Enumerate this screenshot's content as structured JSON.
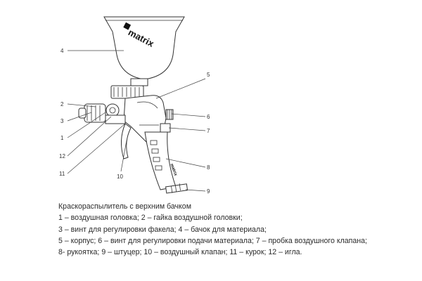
{
  "brand": "matrix",
  "callouts": {
    "n1": "1",
    "n2": "2",
    "n3": "3",
    "n4": "4",
    "n5": "5",
    "n6": "6",
    "n7": "7",
    "n8": "8",
    "n9": "9",
    "n10": "10",
    "n11": "11",
    "n12": "12"
  },
  "caption": {
    "title": "Краскораспылитель с верхним бачком",
    "lines": [
      "1 – воздушная головка; 2 – гайка воздушной головки;",
      "3 – винт для регулировки факела; 4 – бачок для материала;",
      "5 – корпус; 6 – винт для регулировки подачи материала; 7 – пробка воздушного клапана;",
      "8- рукоятка; 9 – штуцер; 10 – воздушный клапан; 11 – курок; 12 – игла."
    ]
  }
}
